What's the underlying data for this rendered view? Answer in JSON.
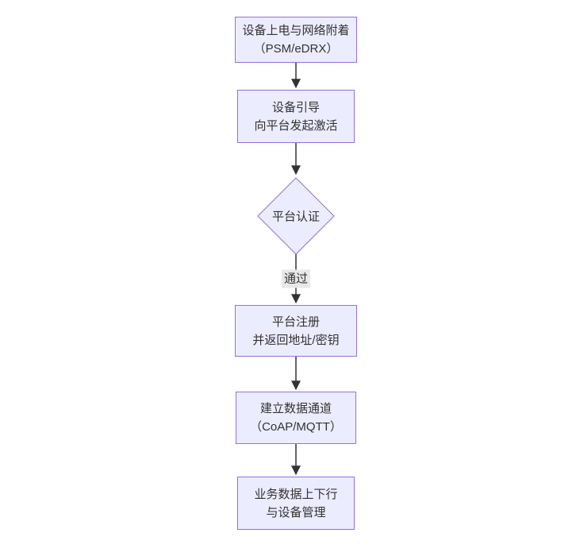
{
  "diagram": {
    "type": "flowchart",
    "direction": "top-down",
    "nodes": [
      {
        "id": "power",
        "shape": "rect",
        "lines": [
          "设备上电与网络附着",
          "（PSM/eDRX）"
        ]
      },
      {
        "id": "bootstrap",
        "shape": "rect",
        "lines": [
          "设备引导",
          "向平台发起激活"
        ]
      },
      {
        "id": "auth",
        "shape": "diamond",
        "lines": [
          "平台认证"
        ]
      },
      {
        "id": "register",
        "shape": "rect",
        "lines": [
          "平台注册",
          "并返回地址/密钥"
        ]
      },
      {
        "id": "channel",
        "shape": "rect",
        "lines": [
          "建立数据通道",
          "（CoAP/MQTT）"
        ]
      },
      {
        "id": "business",
        "shape": "rect",
        "lines": [
          "业务数据上下行",
          "与设备管理"
        ]
      }
    ],
    "edges": [
      {
        "from": "power",
        "to": "bootstrap",
        "label": ""
      },
      {
        "from": "bootstrap",
        "to": "auth",
        "label": ""
      },
      {
        "from": "auth",
        "to": "register",
        "label": "通过"
      },
      {
        "from": "register",
        "to": "channel",
        "label": ""
      },
      {
        "from": "channel",
        "to": "business",
        "label": ""
      }
    ],
    "edge_label_pass": "通过",
    "colors": {
      "node_fill": "#ECECFF",
      "node_border": "#9370DB",
      "edge_line": "#333333",
      "arrowhead": "#333333",
      "edge_label_bg": "#e8e8e8",
      "text": "#333333",
      "background": "#ffffff"
    }
  }
}
